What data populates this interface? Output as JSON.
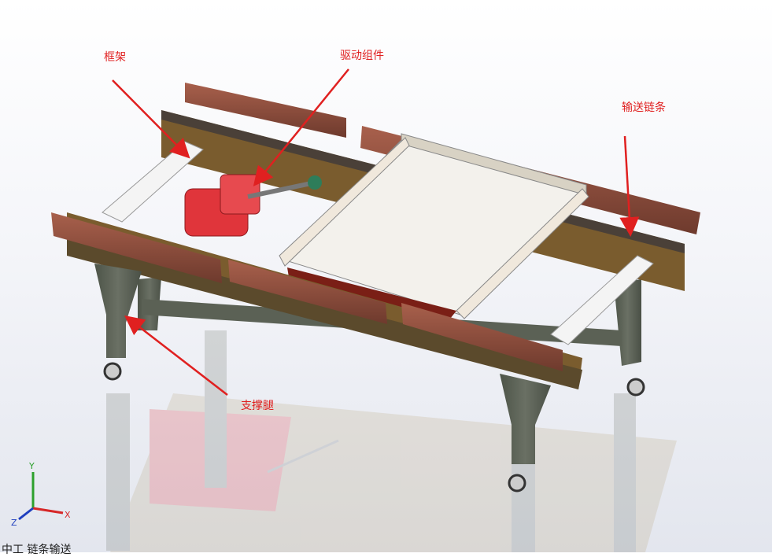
{
  "labels": {
    "frame": "框架",
    "drive_assembly": "驱动组件",
    "conveyor_chain": "输送链条",
    "support_leg": "支撑腿"
  },
  "triad": {
    "x": "X",
    "y": "Y",
    "z": "Z"
  },
  "caption": "中工 链条输送",
  "colors": {
    "annotation": "#e02020",
    "frame": "#7a5c2e",
    "guide_rail": "#8a4a3a",
    "motor": "#e0353b",
    "leg": "#5e6458",
    "tray": "#f3f1ec"
  }
}
